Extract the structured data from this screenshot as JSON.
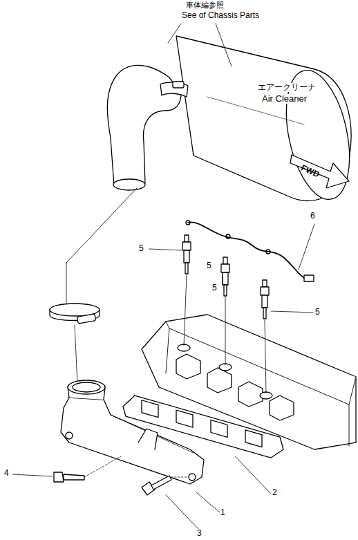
{
  "diagram": {
    "labels": [
      "車体編参照",
      "See of Chassis Parts",
      "エアークリーナ",
      "Air Cleaner",
      "FWD",
      "6",
      "5",
      "5",
      "5",
      "5",
      "4",
      "2",
      "1",
      "3"
    ]
  }
}
